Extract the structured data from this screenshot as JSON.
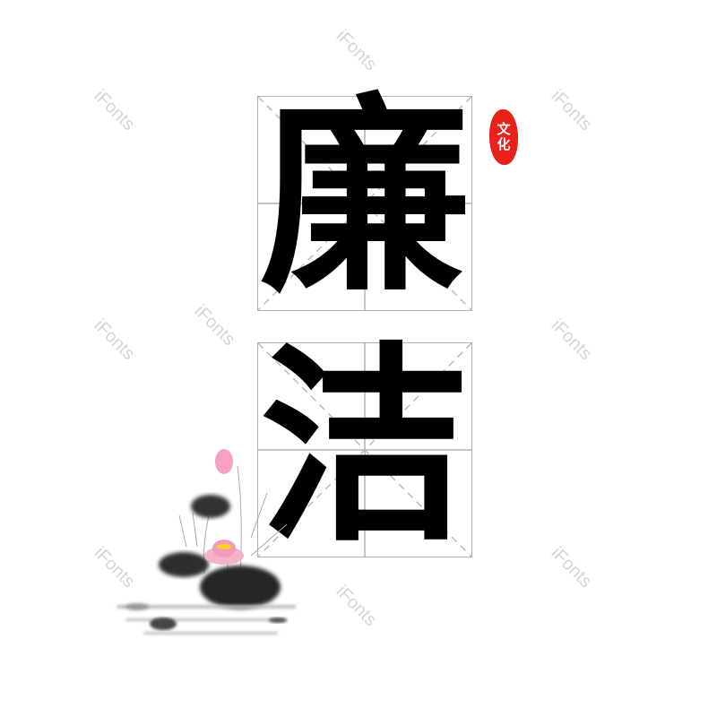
{
  "characters": [
    "廉",
    "洁"
  ],
  "seal": {
    "chars": [
      "文",
      "化"
    ],
    "color": "#e8221a"
  },
  "watermark": "iFonts",
  "colors": {
    "ink": "#000000",
    "grid": "#b8b0b0",
    "lotus": "#f5a3c0"
  }
}
